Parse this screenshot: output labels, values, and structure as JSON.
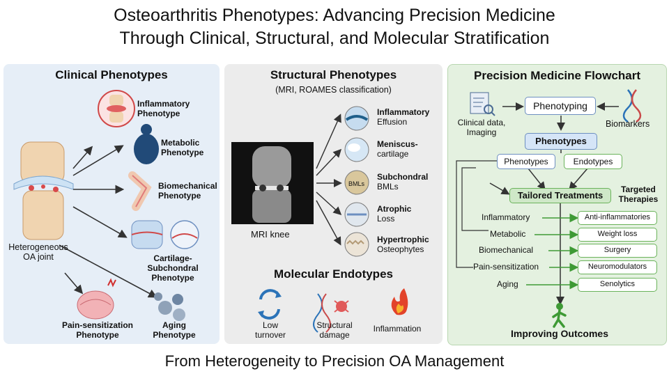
{
  "title": {
    "line1": "Osteoarthritis Phenotypes: Advancing Precision Medicine",
    "line2": "Through Clinical, Structural, and Molecular Stratification"
  },
  "footer": "From Heterogeneity to Precision OA Management",
  "clinical": {
    "title": "Clinical Phenotypes",
    "center_l1": "Heterogeneous",
    "center_l2": "OA joint",
    "items": [
      {
        "l1": "Inflammatory",
        "l2": "Phenotype"
      },
      {
        "l1": "Metabolic",
        "l2": "Phenotype"
      },
      {
        "l1": "Biomechanical",
        "l2": "Phenotype"
      },
      {
        "l1": "Cartilage-Subchondral",
        "l2": "Phenotype"
      },
      {
        "l1": "Pain-sensitization",
        "l2": "Phenotype"
      },
      {
        "l1": "Aging",
        "l2": "Phenotype"
      }
    ]
  },
  "structural": {
    "title": "Structural Phenotypes",
    "subtitle": "(MRI, ROAMES classification)",
    "mri_label": "MRI knee",
    "bml_tag": "BMLs",
    "items": [
      {
        "l1": "Inflammatory",
        "l2": "Effusion"
      },
      {
        "l1": "Meniscus-",
        "l2": "cartilage"
      },
      {
        "l1": "Subchondral",
        "l2": "BMLs"
      },
      {
        "l1": "Atrophic",
        "l2": "Loss"
      },
      {
        "l1": "Hypertrophic",
        "l2": "Osteophytes"
      }
    ]
  },
  "molecular": {
    "title": "Molecular Endotypes",
    "items": [
      {
        "l1": "Low",
        "l2": "turnover"
      },
      {
        "l1": "Structural",
        "l2": "damage"
      },
      {
        "l1": "Inflammation",
        "l2": ""
      }
    ]
  },
  "flowchart": {
    "title": "Precision Medicine Flowchart",
    "clinical_l1": "Clinical data,",
    "clinical_l2": "Imaging",
    "phenotyping": "Phenotyping",
    "biomarkers": "Biomarkers",
    "phenotypes_main": "Phenotypes",
    "phenotypes_sub": "Phenotypes",
    "endotypes": "Endotypes",
    "tailored": "Tailored Treatments",
    "targeted_l1": "Targeted",
    "targeted_l2": "Therapies",
    "rows": [
      {
        "left": "Inflammatory",
        "right": "Anti-inflammatories"
      },
      {
        "left": "Metabolic",
        "right": "Weight loss"
      },
      {
        "left": "Biomechanical",
        "right": "Surgery"
      },
      {
        "left": "Pain-sensitization",
        "right": "Neuromodulators"
      },
      {
        "left": "Aging",
        "right": "Senolytics"
      }
    ],
    "outcome": "Improving Outcomes"
  }
}
